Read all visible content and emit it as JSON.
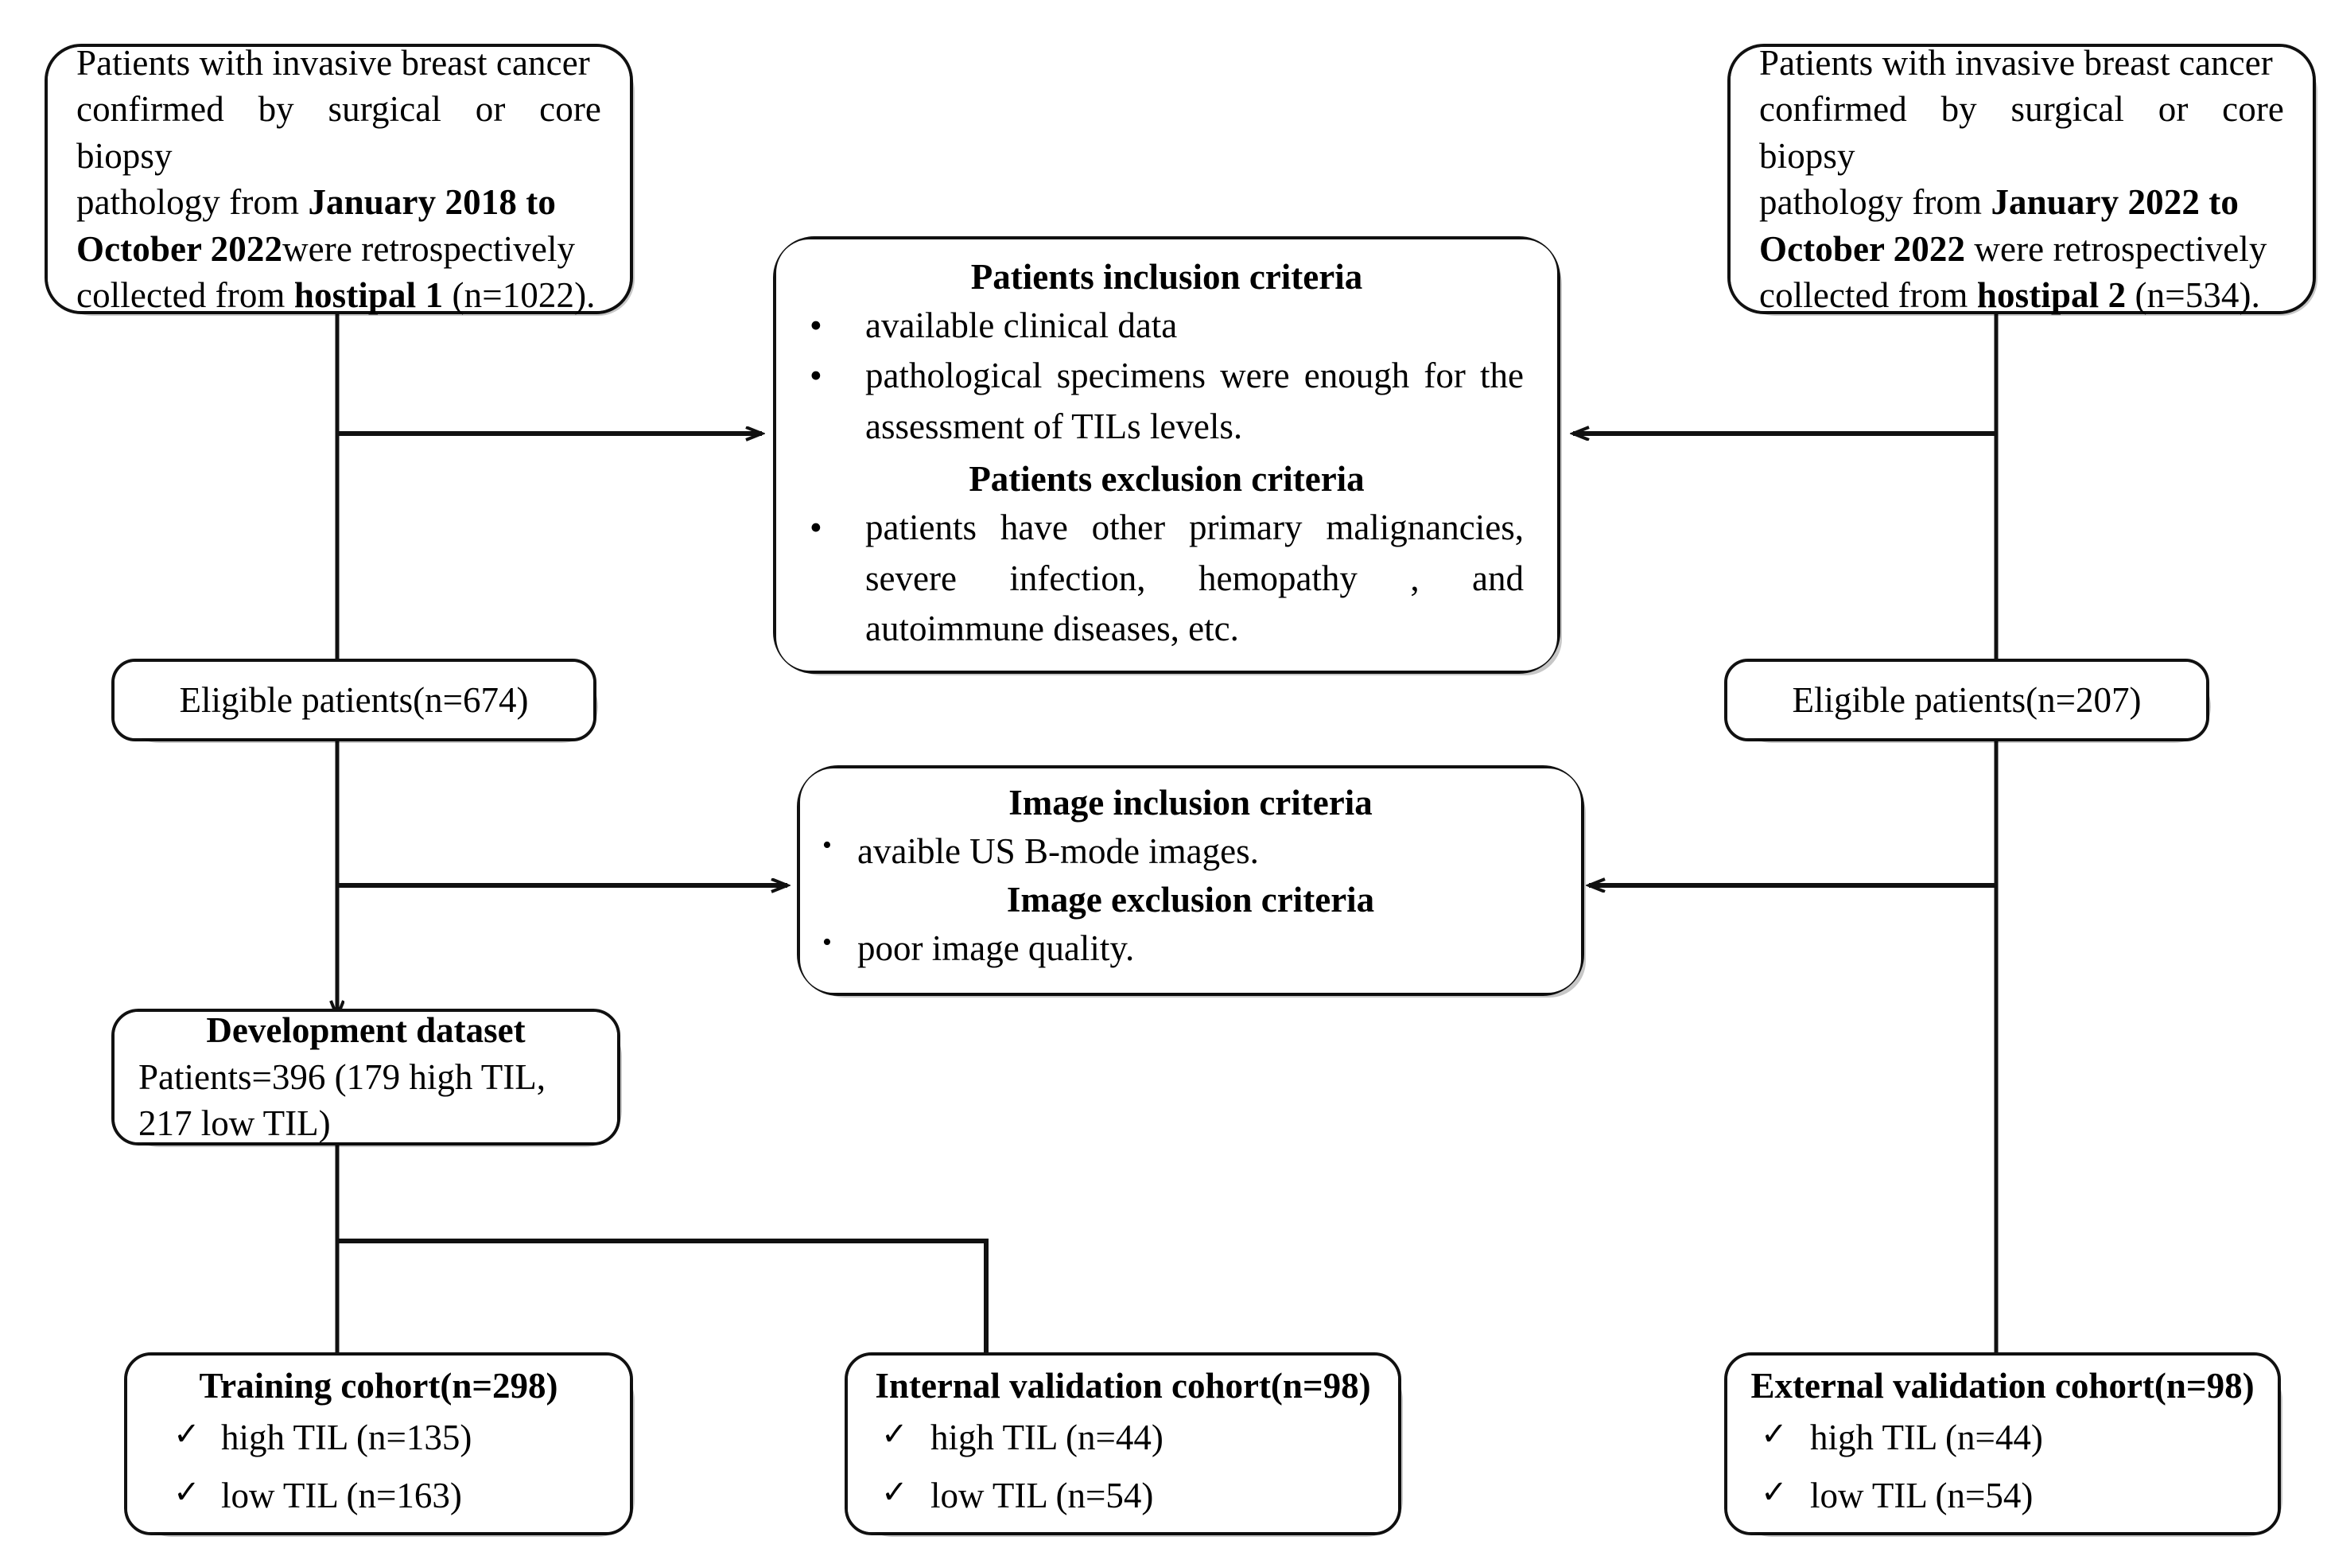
{
  "diagram": {
    "title": "Patient and image selection flowchart",
    "type": "flowchart"
  },
  "nodes": {
    "hospital1_source": {
      "name": "hospital-1-source-box",
      "line1": "Patients with  invasive breast cancer",
      "line2": "confirmed by surgical or core biopsy",
      "line3_prefix": "pathology from ",
      "line3_bold": "January 2018 to",
      "line4_bold": "October 2022",
      "line4_suffix": "were  retrospectively",
      "line5_prefix": "collected from ",
      "line5_bold": "hostipal 1",
      "line5_suffix": " (n=1022).",
      "count": 1022,
      "hospital": "hostipal 1",
      "period": "January 2018 to October 2022"
    },
    "hospital2_source": {
      "name": "hospital-2-source-box",
      "line1": "Patients with  invasive breast cancer",
      "line2": "confirmed by surgical or core biopsy",
      "line3_prefix": "pathology from ",
      "line3_bold": "January 2022 to",
      "line4_bold": "October 2022",
      "line4_suffix": " were  retrospectively",
      "line5_prefix": "collected from ",
      "line5_bold": "hostipal 2",
      "line5_suffix": " (n=534).",
      "count": 534,
      "hospital": "hostipal 2",
      "period": "January 2022 to October 2022"
    },
    "patient_criteria": {
      "name": "patient-criteria-box",
      "inclusion_heading": "Patients inclusion criteria",
      "inclusion_items": [
        " available clinical data",
        "pathological specimens were enough for the assessment of TILs levels."
      ],
      "exclusion_heading": "Patients exclusion criteria",
      "exclusion_items": [
        "patients have other primary malignancies, severe infection, hemopathy , and autoimmune diseases, etc."
      ],
      "bullet_glyph": "•"
    },
    "image_criteria": {
      "name": "image-criteria-box",
      "inclusion_heading": "Image inclusion criteria",
      "inclusion_items": [
        "avaible US B-mode images."
      ],
      "exclusion_heading": "Image exclusion criteria",
      "exclusion_items": [
        " poor image quality."
      ],
      "bullet_glyph": "•"
    },
    "eligible_left": {
      "name": "eligible-patients-left-box",
      "label": "Eligible patients(n=674)",
      "count": 674
    },
    "eligible_right": {
      "name": "eligible-patients-right-box",
      "label": "Eligible patients(n=207)",
      "count": 207
    },
    "development": {
      "name": "development-dataset-box",
      "heading": "Development dataset",
      "line1": "Patients=396 (179  high TIL,",
      "line2": "217 low TIL)",
      "patients": 396,
      "high_til": 179,
      "low_til": 217
    },
    "training": {
      "name": "training-cohort-box",
      "heading": "Training cohort(n=298)",
      "count": 298,
      "items": [
        "high TIL (n=135)",
        "low TIL  (n=163)"
      ],
      "high_til": 135,
      "low_til": 163,
      "tick_glyph": "✓"
    },
    "internal": {
      "name": "internal-validation-cohort-box",
      "heading": "Internal validation cohort(n=98)",
      "count": 98,
      "items": [
        "high TIL (n=44)",
        "low TIL  (n=54)"
      ],
      "high_til": 44,
      "low_til": 54,
      "tick_glyph": "✓"
    },
    "external": {
      "name": "external-validation-cohort-box",
      "heading": "External validation cohort(n=98)",
      "count": 98,
      "items": [
        "high TIL (n=44)",
        "low TIL  (n=54)"
      ],
      "high_til": 44,
      "low_til": 54,
      "tick_glyph": "✓"
    }
  },
  "colors": {
    "stroke": "#111111",
    "background": "#ffffff",
    "text": "#000000"
  }
}
